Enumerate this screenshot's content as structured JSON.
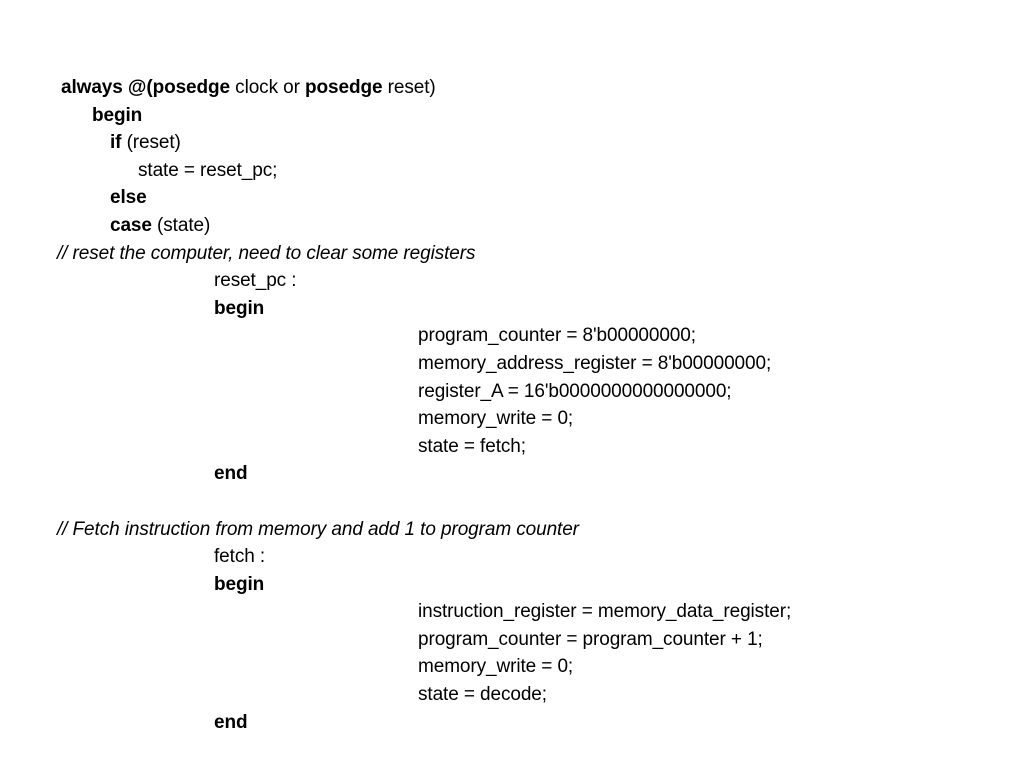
{
  "page": {
    "background_color": "#ffffff",
    "text_color": "#000000",
    "language": "Verilog"
  },
  "code": {
    "lines": [
      {
        "id": "always-block-header",
        "indent": 1,
        "style": "mixed",
        "segments": [
          {
            "text": "always @(",
            "weight": "bold"
          },
          {
            "text": "posedge",
            "weight": "bold"
          },
          {
            "text": " clock or ",
            "weight": "normal"
          },
          {
            "text": "posedge",
            "weight": "bold"
          },
          {
            "text": " reset)",
            "weight": "normal"
          }
        ]
      },
      {
        "id": "outer-begin",
        "indent": 2,
        "style": "mixed",
        "segments": [
          {
            "text": "begin",
            "weight": "bold"
          }
        ]
      },
      {
        "id": "if-reset",
        "indent": 3,
        "style": "mixed",
        "segments": [
          {
            "text": "if",
            "weight": "bold"
          },
          {
            "text": " (reset)",
            "weight": "normal"
          }
        ]
      },
      {
        "id": "assign-state-reset-pc",
        "indent": 4,
        "style": "mixed",
        "segments": [
          {
            "text": "state = reset_pc;",
            "weight": "normal"
          }
        ]
      },
      {
        "id": "else-keyword",
        "indent": 3,
        "style": "mixed",
        "segments": [
          {
            "text": "else",
            "weight": "bold"
          }
        ]
      },
      {
        "id": "case-state",
        "indent": 3,
        "style": "mixed",
        "segments": [
          {
            "text": "case",
            "weight": "bold"
          },
          {
            "text": " (state)",
            "weight": "normal"
          }
        ]
      },
      {
        "id": "comment-reset",
        "indent": 0,
        "style": "comment",
        "segments": [
          {
            "text": "// reset the computer, need to clear some registers",
            "weight": "italic"
          }
        ]
      },
      {
        "id": "case-label-reset-pc",
        "indent": 5,
        "style": "mixed",
        "segments": [
          {
            "text": "reset_pc :",
            "weight": "normal"
          }
        ]
      },
      {
        "id": "reset-pc-begin",
        "indent": 5,
        "style": "mixed",
        "segments": [
          {
            "text": "begin",
            "weight": "bold"
          }
        ]
      },
      {
        "id": "assign-program-counter-reset",
        "indent": 6,
        "style": "mixed",
        "segments": [
          {
            "text": "program_counter = 8'b00000000;",
            "weight": "normal"
          }
        ]
      },
      {
        "id": "assign-memory-address-register-reset",
        "indent": 6,
        "style": "mixed",
        "segments": [
          {
            "text": "memory_address_register = 8'b00000000;",
            "weight": "normal"
          }
        ]
      },
      {
        "id": "assign-register-a-reset",
        "indent": 6,
        "style": "mixed",
        "segments": [
          {
            "text": "register_A = 16'b0000000000000000;",
            "weight": "normal"
          }
        ]
      },
      {
        "id": "assign-memory-write-reset",
        "indent": 6,
        "style": "mixed",
        "segments": [
          {
            "text": "memory_write = 0;",
            "weight": "normal"
          }
        ]
      },
      {
        "id": "assign-state-fetch",
        "indent": 6,
        "style": "mixed",
        "segments": [
          {
            "text": "state = fetch;",
            "weight": "normal"
          }
        ]
      },
      {
        "id": "reset-pc-end",
        "indent": 5,
        "style": "mixed",
        "segments": [
          {
            "text": "end",
            "weight": "bold"
          }
        ]
      },
      {
        "id": "blank-separator",
        "indent": 0,
        "style": "blank",
        "segments": []
      },
      {
        "id": "comment-fetch",
        "indent": 0,
        "style": "comment",
        "segments": [
          {
            "text": "// Fetch instruction from memory and add 1 to program counter",
            "weight": "italic"
          }
        ]
      },
      {
        "id": "case-label-fetch",
        "indent": 5,
        "style": "mixed",
        "segments": [
          {
            "text": "fetch :",
            "weight": "normal"
          }
        ]
      },
      {
        "id": "fetch-begin",
        "indent": 5,
        "style": "mixed",
        "segments": [
          {
            "text": "begin",
            "weight": "bold"
          }
        ]
      },
      {
        "id": "assign-instruction-register",
        "indent": 6,
        "style": "mixed",
        "segments": [
          {
            "text": "instruction_register = memory_data_register;",
            "weight": "normal"
          }
        ]
      },
      {
        "id": "assign-program-counter-increment",
        "indent": 6,
        "style": "mixed",
        "segments": [
          {
            "text": "program_counter = program_counter + 1;",
            "weight": "normal"
          }
        ]
      },
      {
        "id": "assign-memory-write-fetch",
        "indent": 6,
        "style": "mixed",
        "segments": [
          {
            "text": "memory_write = 0;",
            "weight": "normal"
          }
        ]
      },
      {
        "id": "assign-state-decode",
        "indent": 6,
        "style": "mixed",
        "segments": [
          {
            "text": "state = decode;",
            "weight": "normal"
          }
        ]
      },
      {
        "id": "fetch-end",
        "indent": 5,
        "style": "mixed",
        "segments": [
          {
            "text": "end",
            "weight": "bold"
          }
        ]
      }
    ]
  }
}
